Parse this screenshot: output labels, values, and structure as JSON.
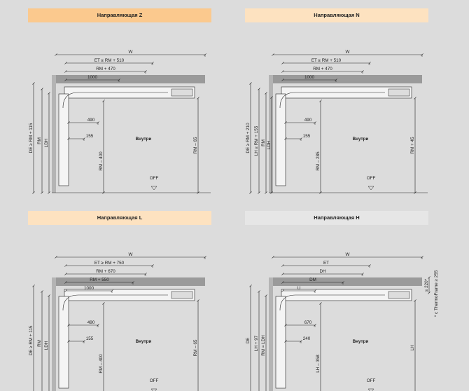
{
  "colors": {
    "background": "#dcdcdc",
    "header_orange": "#fbc98e",
    "header_peach": "#fde2c0",
    "header_grey": "#e6e6e6",
    "ceiling": "#9a9a9a",
    "wall": "#b4b4b4"
  },
  "panels": [
    {
      "title": "Направляющая Z",
      "inside": "Внутри",
      "off": "OFF",
      "top": {
        "w": "W",
        "d1": "ET ≥ RM + 510",
        "d2": "RM + 470",
        "d3": "1000"
      },
      "left": {
        "outer": "DE ≥ RM + 115",
        "mid": "RM",
        "inner": "LDH"
      },
      "center": {
        "a": "490",
        "b": "155",
        "c": "RM – 400"
      },
      "right": "RM – 65"
    },
    {
      "title": "Направляющая N",
      "inside": "Внутри",
      "off": "OFF",
      "top": {
        "w": "W",
        "d1": "ET ≥ RM + 510",
        "d2": "RM + 470",
        "d3": "1000"
      },
      "left": {
        "outer": "DE ≥ RM + 210",
        "mid": "LH ≥ RM + 155",
        "inner": "RM",
        "inner2": "LDH"
      },
      "center": {
        "a": "490",
        "b": "155",
        "c": "RM – 285"
      },
      "right": "RM + 45"
    },
    {
      "title": "Направляющая L",
      "inside": "Внутри",
      "off": "OFF",
      "top": {
        "w": "W",
        "d1": "ET ≥ RM + 750",
        "d2": "RM + 670",
        "d3": "RM + 550",
        "d4": "1000"
      },
      "left": {
        "outer": "DE ≥ RM + 115",
        "mid": "RM",
        "inner": "LDH"
      },
      "center": {
        "a": "490",
        "b": "155",
        "c": "RM – 400"
      },
      "right": "RM – 65"
    },
    {
      "title": "Направляющая H",
      "inside": "Внутри",
      "off": "OFF",
      "top": {
        "w": "W",
        "d1": "ET",
        "d2": "DH",
        "d3": "DM",
        "d4": "U"
      },
      "left": {
        "outer": "DE",
        "mid": "LH + 97",
        "inner": "RM = LDH"
      },
      "center": {
        "a": "670",
        "b": "240",
        "c": "LH – 358"
      },
      "right": "LH",
      "side": {
        "a": "≥ 220*",
        "b": "* с ThermoFrame ≥ 255"
      }
    }
  ]
}
